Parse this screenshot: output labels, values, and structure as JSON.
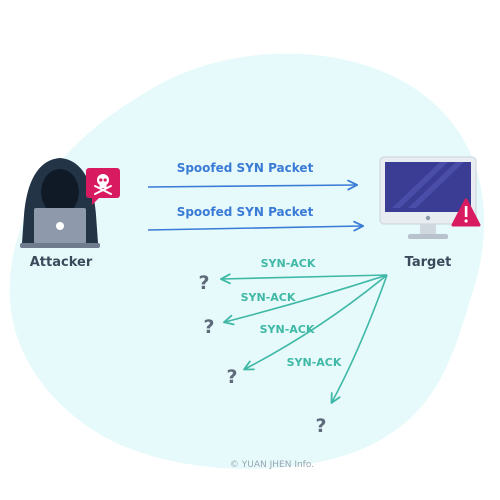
{
  "nodes": {
    "attacker": {
      "label": "Attacker"
    },
    "target": {
      "label": "Target"
    }
  },
  "edges": {
    "spoofed": [
      {
        "label": "Spoofed SYN Packet"
      },
      {
        "label": "Spoofed SYN Packet"
      }
    ],
    "synack": [
      {
        "label": "SYN-ACK"
      },
      {
        "label": "SYN-ACK"
      },
      {
        "label": "SYN-ACK"
      },
      {
        "label": "SYN-ACK"
      }
    ],
    "unknown_marks": [
      "?",
      "?",
      "?",
      "?"
    ]
  },
  "colors": {
    "background_blob": "#e6fafb",
    "spoofed_arrow": "#3a7bd5",
    "synack_arrow": "#3fb8a6",
    "question_mark": "#5f6b7a",
    "hood": "#243447",
    "laptop": "#8e9aab",
    "skull_badge": "#d81b60",
    "monitor_frame": "#e8edf2",
    "monitor_screen": "#3a3d93",
    "warning": "#d81b60",
    "text": "#3b4a5a"
  },
  "icons": {
    "attacker": "hooded-hacker-icon",
    "attacker_badge": "skull-crossbones-icon",
    "target": "desktop-monitor-icon",
    "target_badge": "warning-triangle-icon"
  },
  "footer": {
    "credit": "© YUAN JHEN Info."
  }
}
